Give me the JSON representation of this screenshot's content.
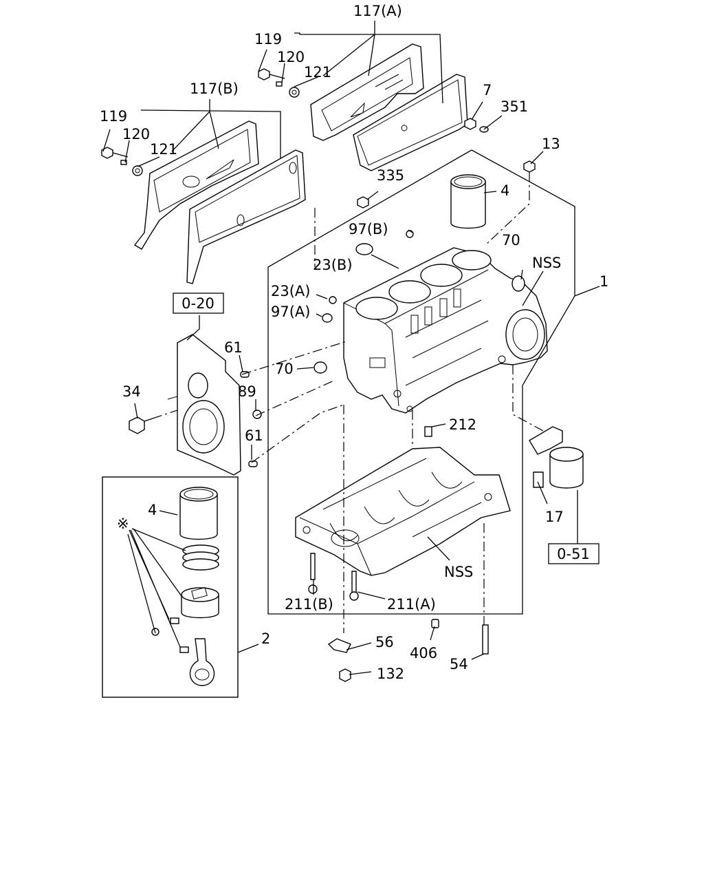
{
  "callouts": {
    "c117A": "117(A)",
    "c117B": "117(B)",
    "c119a": "119",
    "c120a": "120",
    "c121a": "121",
    "c119b": "119",
    "c120b": "120",
    "c121b": "121",
    "c7": "7",
    "c351": "351",
    "c13": "13",
    "c335": "335",
    "c4top": "4",
    "c97B": "97(B)",
    "c70top": "70",
    "cNSStop": "NSS",
    "c23B": "23(B)",
    "c1": "1",
    "c23A": "23(A)",
    "c97A": "97(A)",
    "c61top": "61",
    "c70mid": "70",
    "c34": "34",
    "c89": "89",
    "c61bot": "61",
    "c212": "212",
    "c4box": "4",
    "cAsterisk": "※",
    "c17": "17",
    "cNSSbot": "NSS",
    "c211B": "211(B)",
    "c211A": "211(A)",
    "c2": "2",
    "c56": "56",
    "c406": "406",
    "c54": "54",
    "c132": "132"
  },
  "ref_boxes": {
    "r020": "0-20",
    "r051": "0-51"
  }
}
